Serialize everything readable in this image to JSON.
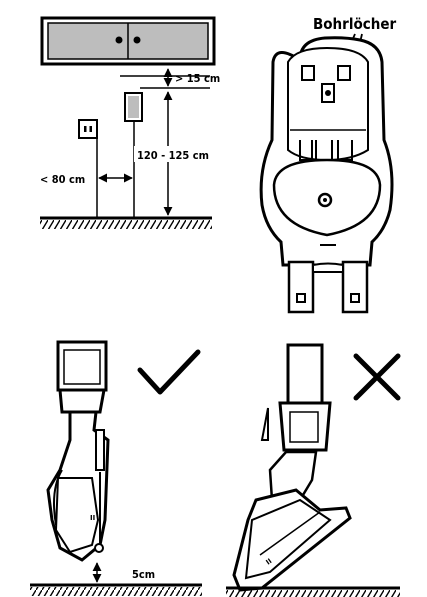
{
  "labels": {
    "drill_holes": "Bohrlöcher",
    "cabinet_gap": "> 15 cm",
    "mount_height": "120 - 125 cm",
    "socket_distance": "< 80 cm",
    "floor_gap": "5cm"
  },
  "icons": {
    "correct": "check-icon",
    "wrong": "cross-icon"
  }
}
